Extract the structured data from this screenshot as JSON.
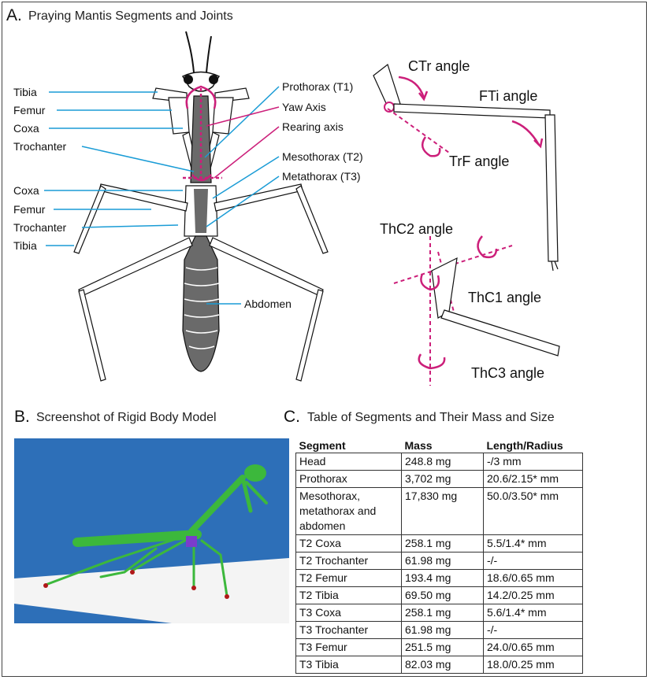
{
  "panel_a": {
    "letter": "A.",
    "title": "Praying Mantis Segments and Joints",
    "left_labels": [
      "Tibia",
      "Femur",
      "Coxa",
      "Trochanter",
      "Coxa",
      "Femur",
      "Trochanter",
      "Tibia"
    ],
    "right_labels": [
      "Prothorax (T1)",
      "Yaw Axis",
      "Rearing axis",
      "Mesothorax (T2)",
      "Metathorax (T3)"
    ],
    "abdomen_label": "Abdomen",
    "angles": [
      "CTr angle",
      "FTi angle",
      "TrF angle",
      "ThC2 angle",
      "ThC1 angle",
      "ThC3 angle"
    ]
  },
  "panel_b": {
    "letter": "B.",
    "title": "Screenshot of Rigid Body Model"
  },
  "panel_c": {
    "letter": "C.",
    "title": "Table of Segments and Their Mass and Size",
    "headers": [
      "Segment",
      "Mass",
      "Length/Radius"
    ],
    "rows": [
      [
        "Head",
        "248.8 mg",
        "-/3 mm"
      ],
      [
        "Prothorax",
        "3,702 mg",
        "20.6/2.15* mm"
      ],
      [
        "Mesothorax, metathorax and abdomen",
        "17,830 mg",
        "50.0/3.50* mm"
      ],
      [
        "T2 Coxa",
        "258.1 mg",
        "5.5/1.4* mm"
      ],
      [
        "T2 Trochanter",
        "61.98 mg",
        "-/-"
      ],
      [
        "T2 Femur",
        "193.4 mg",
        "18.6/0.65 mm"
      ],
      [
        "T2 Tibia",
        "69.50 mg",
        "14.2/0.25 mm"
      ],
      [
        "T3 Coxa",
        "258.1 mg",
        "5.6/1.4* mm"
      ],
      [
        "T3 Trochanter",
        "61.98 mg",
        "-/-"
      ],
      [
        "T3 Femur",
        "251.5 mg",
        "24.0/0.65 mm"
      ],
      [
        "T3 Tibia",
        "82.03 mg",
        "18.0/0.25 mm"
      ]
    ]
  },
  "colors": {
    "leader": "#1a9cd6",
    "arrow": "#cc1f7a",
    "body": "#6a6a6a",
    "sky": "#2d6fb8",
    "ground": "#ffffff",
    "model_green": "#3cb83c"
  }
}
